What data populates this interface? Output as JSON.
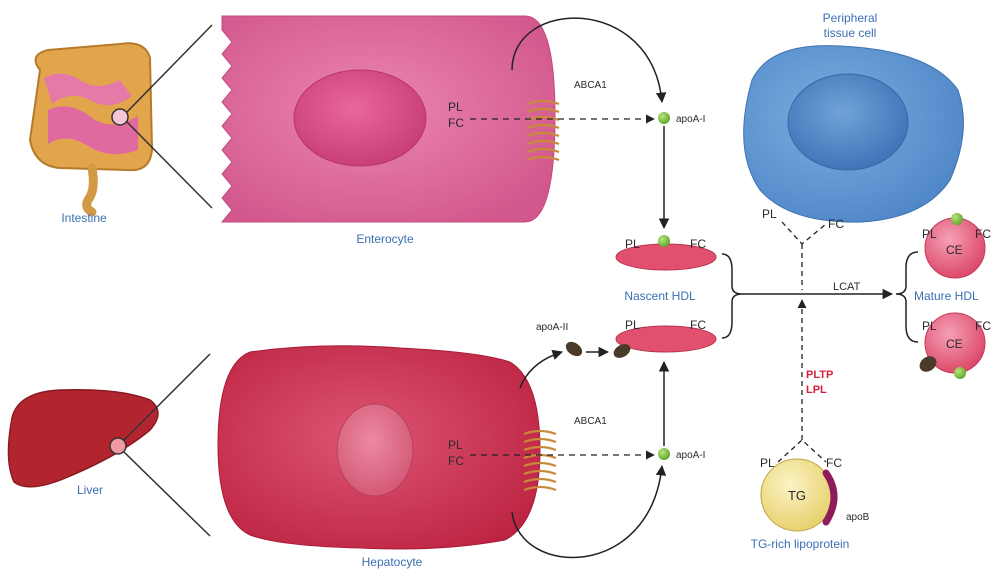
{
  "labels": {
    "intestine": "Intestine",
    "enterocyte": "Enterocyte",
    "liver": "Liver",
    "hepatocyte": "Hepatocyte",
    "peripheral_line1": "Peripheral",
    "peripheral_line2": "tissue cell",
    "nascent_hdl": "Nascent HDL",
    "mature_hdl": "Mature HDL",
    "tg_rich": "TG-rich lipoprotein",
    "abca1_top": "ABCA1",
    "abca1_bottom": "ABCA1",
    "apoa1_top": "apoA-I",
    "apoa1_bottom": "apoA-I",
    "apoa2": "apoA-II",
    "lcat": "LCAT",
    "pltp": "PLTP",
    "lpl": "LPL",
    "tg": "TG",
    "apob": "apoB",
    "pl": "PL",
    "fc": "FC",
    "ce": "CE"
  },
  "colors": {
    "enterocyte": "#d85f92",
    "hepatocyte": "#c8304f",
    "peripheral_cell": "#5a90cf",
    "nascent_hdl": "#e25070",
    "mature_hdl": "#e05a78",
    "apoa1": "#7ec63f",
    "apoa2": "#4a3a28",
    "tg_particle": "#f1dd8a",
    "apob": "#8e1c5a",
    "abca1": "#c98a3c",
    "label_blue": "#3b6fb3",
    "label_red": "#d8203a"
  }
}
